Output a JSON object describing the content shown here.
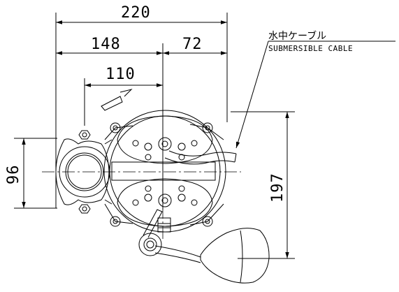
{
  "dimensions": {
    "total_width": "220",
    "left_width": "148",
    "right_width": "72",
    "inner_width": "110",
    "outlet_height": "96",
    "total_height": "197"
  },
  "labels": {
    "cable_jp": "水中ケーブル",
    "cable_en": "SUBMERSIBLE CABLE"
  }
}
